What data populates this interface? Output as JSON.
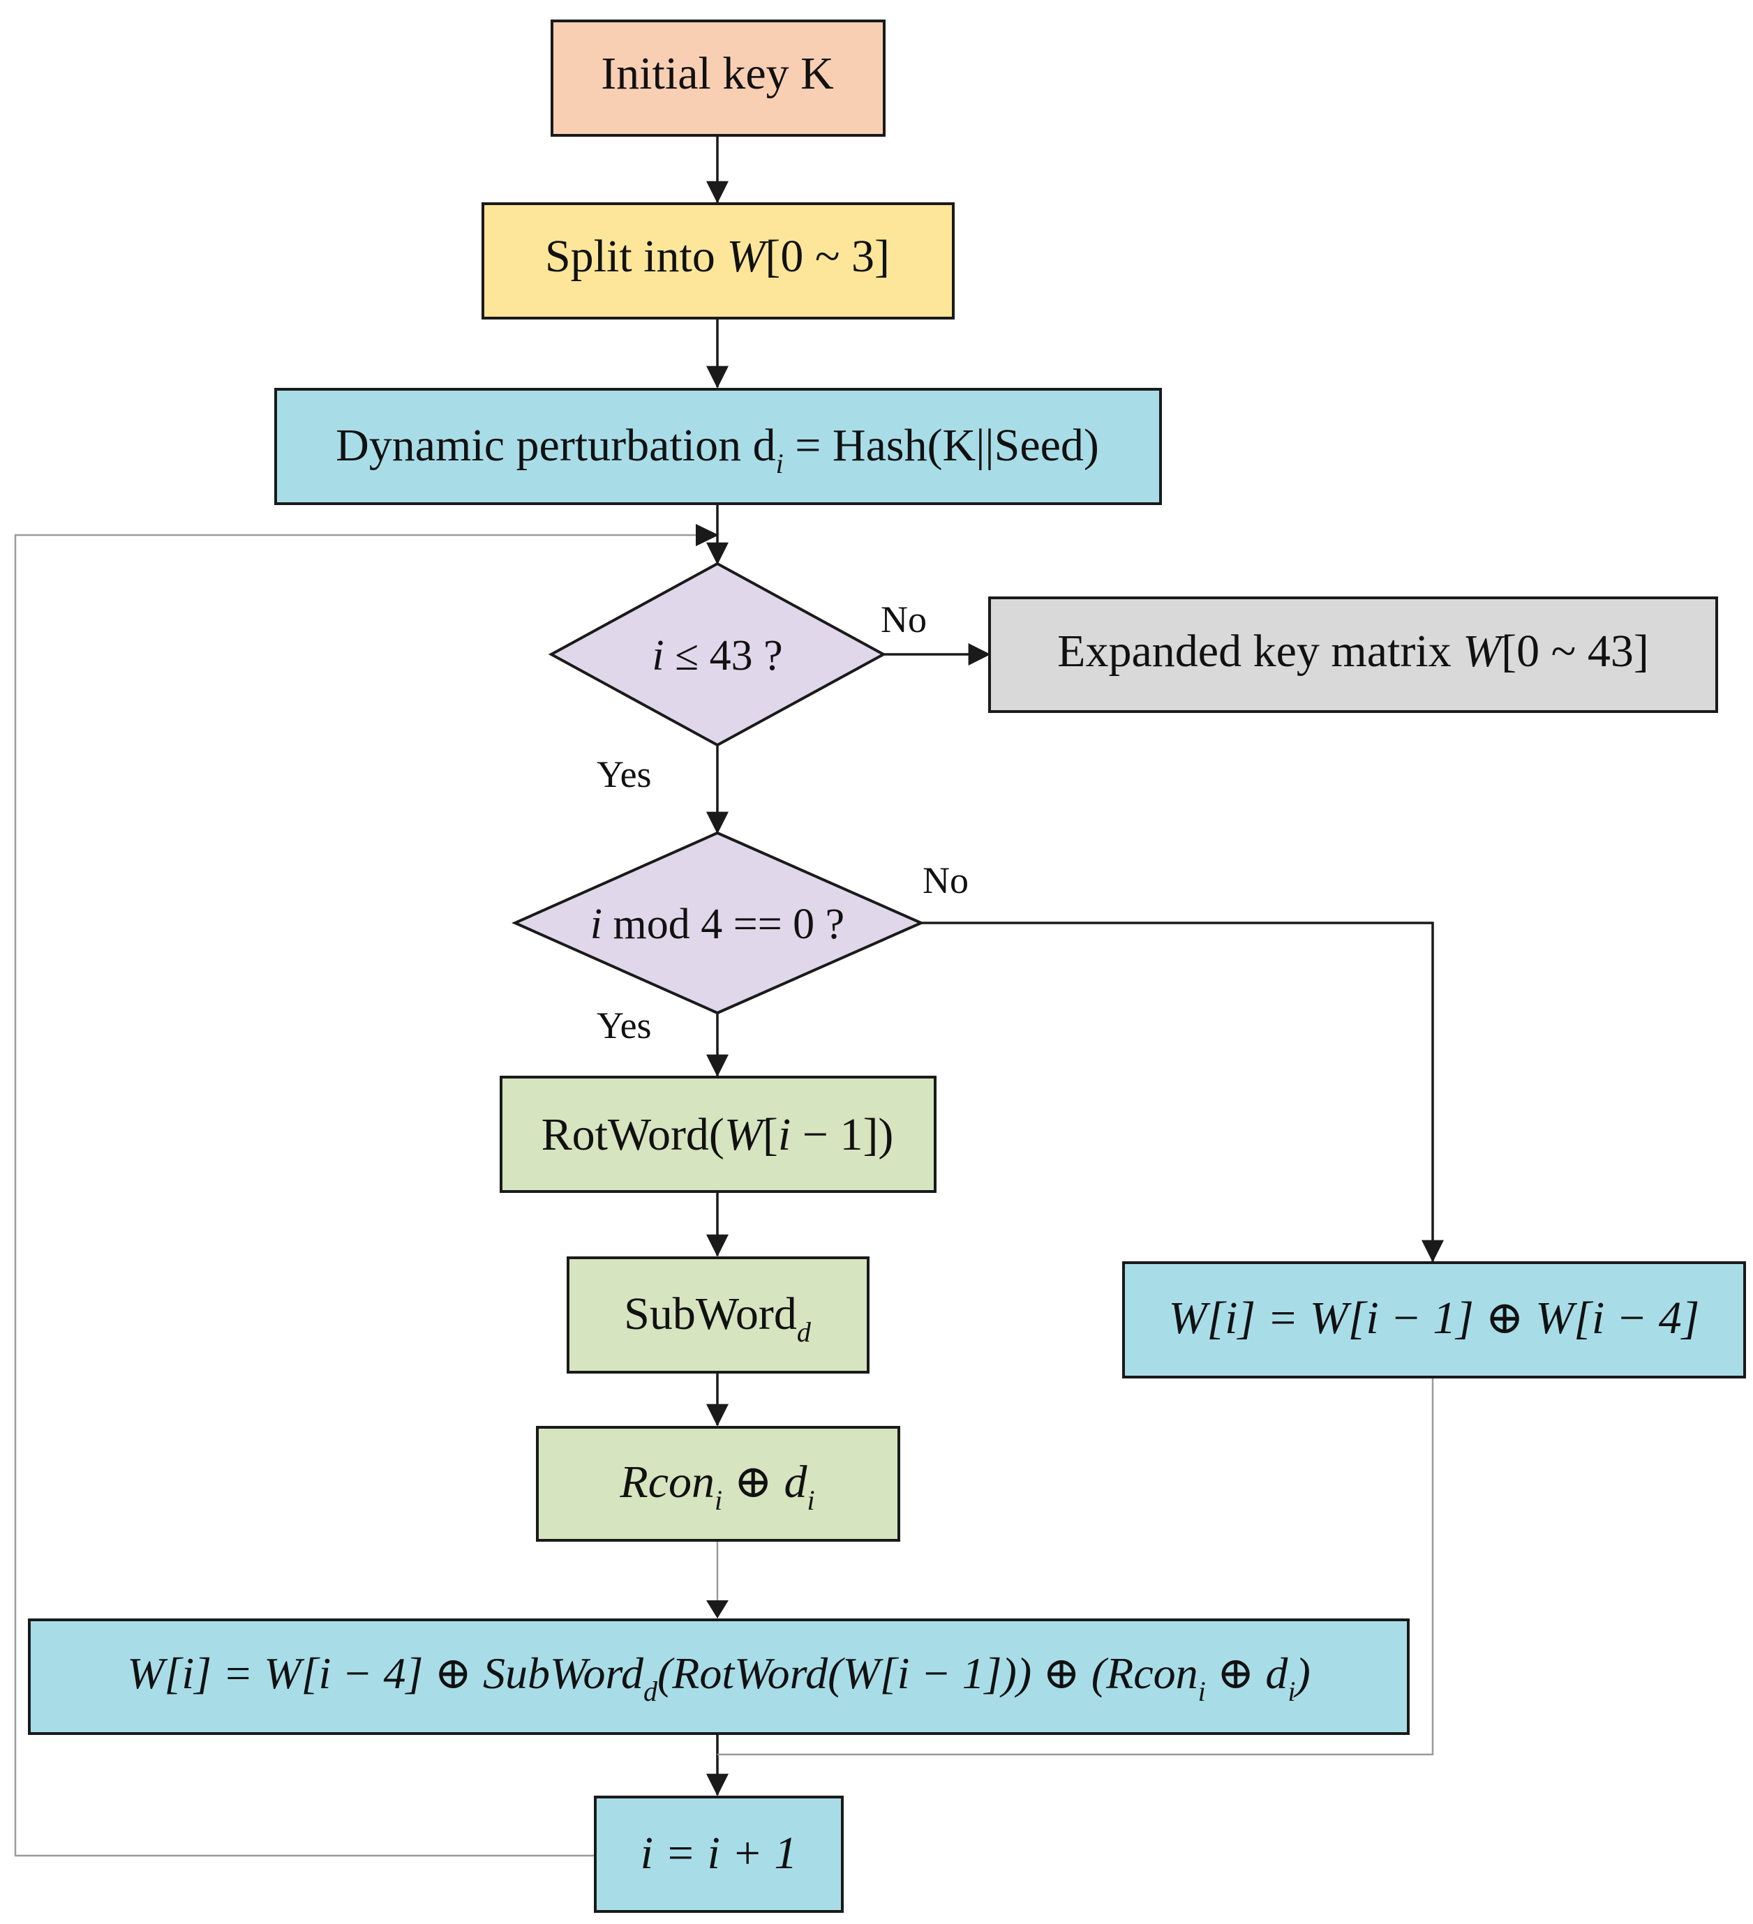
{
  "colors": {
    "orange": "#f9cfb4",
    "yellow": "#fde699",
    "blue": "#a8dde8",
    "purple": "#e0d7ea",
    "gray": "#d9d9d9",
    "green": "#d6e4bf",
    "line": "#1a1a1a"
  },
  "nodes": {
    "initial_key": {
      "text": "Initial key K"
    },
    "split": {
      "prefix": "Split into ",
      "var": "W",
      "suffix": "[0 ~ 3]"
    },
    "perturbation": {
      "prefix": "Dynamic perturbation d",
      "sub": "i",
      "suffix": " = Hash(K||Seed)"
    },
    "cond_i": {
      "var": "i",
      "suffix": " ≤ 43 ?"
    },
    "expanded": {
      "prefix": "Expanded key matrix ",
      "var": "W",
      "suffix": "[0 ~ 43]"
    },
    "cond_mod": {
      "var": "i",
      "suffix": " mod 4 == 0 ?"
    },
    "rotword": {
      "prefix": "RotWord(",
      "var": "W",
      "mid": "[",
      "var2": "i",
      "suffix": " − 1])"
    },
    "subword": {
      "text": "SubWord",
      "sub": "d"
    },
    "rcon": {
      "text": "Rcon",
      "sub": "i",
      "op": " ⊕ ",
      "text2": "d",
      "sub2": "i"
    },
    "w_simple": {
      "formula": "W[i] = W[i − 1] ⊕ W[i − 4]"
    },
    "w_full": {
      "part1": "W[i] = W[i − 4] ⊕ SubWord",
      "sub1": "d",
      "part2": "(RotWord(W[i − 1])) ⊕ (Rcon",
      "sub2": "i",
      "part3": " ⊕ d",
      "sub3": "i",
      "part4": ")"
    },
    "increment": {
      "formula": "i = i + 1"
    }
  },
  "edge_labels": {
    "no_1": "No",
    "yes_1": "Yes",
    "no_2": "No",
    "yes_2": "Yes"
  }
}
